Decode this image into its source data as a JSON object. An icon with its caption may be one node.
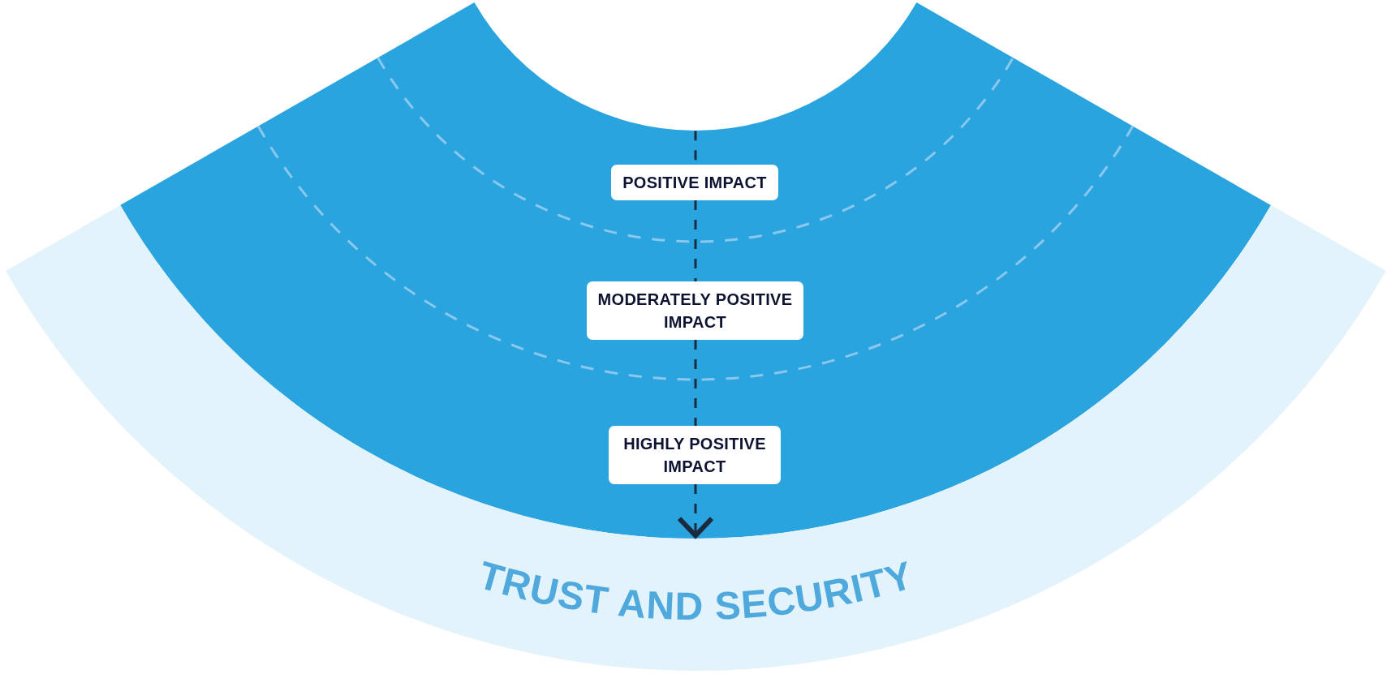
{
  "diagram": {
    "nodes": [
      {
        "text": [],
        "shape": "band"
      },
      {
        "text": [
          "POSITIVE IMPACT"
        ],
        "in": 0
      },
      {
        "text": [
          "MODERATELY POSITIVE IMPACT"
        ],
        "in": 0
      },
      {
        "text": [
          "HIGHLY POSITIVE IMPACT"
        ],
        "in": 0
      },
      {
        "text": [
          "TRUST AND SECURITY"
        ]
      }
    ],
    "edges": [
      {
        "from": 0,
        "to": 1,
        "arrow": "none",
        "style": "dashed"
      },
      {
        "from": 1,
        "to": 2,
        "arrow": "none",
        "style": "dashed"
      },
      {
        "from": 2,
        "to": 3,
        "arrow": "none",
        "style": "dashed"
      },
      {
        "from": 3,
        "to": 4,
        "arrow": "to",
        "style": "dashed"
      }
    ]
  }
}
